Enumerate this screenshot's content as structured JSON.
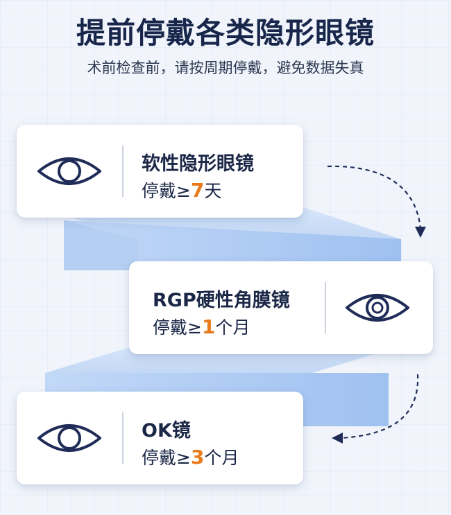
{
  "title": "提前停戴各类隐形眼镜",
  "subtitle": "术前检查前，请按周期停戴，避免数据失真",
  "colors": {
    "accent_number": "#e97b1c",
    "text_dark": "#1b2747",
    "icon_navy": "#1f2c57",
    "slab_blue": "#a9c8f3",
    "arrow_navy": "#1f2c57"
  },
  "items": [
    {
      "name": "软性隐形眼镜",
      "prefix": "停戴≥",
      "number": "7",
      "unit": "天",
      "icon": "eye-icon"
    },
    {
      "name": "RGP硬性角膜镜",
      "prefix": "停戴≥",
      "number": "1",
      "unit": "个月",
      "icon": "eye-icon"
    },
    {
      "name": "OK镜",
      "prefix": "停戴≥",
      "number": "3",
      "unit": "个月",
      "icon": "eye-icon"
    }
  ]
}
